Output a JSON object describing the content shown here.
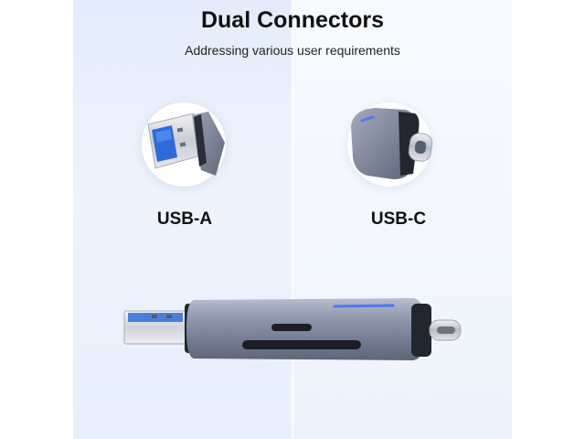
{
  "header": {
    "title": "Dual Connectors",
    "subtitle": "Addressing various user requirements"
  },
  "connectors": [
    {
      "label": "USB-A",
      "icon": "usb-a-connector-icon"
    },
    {
      "label": "USB-C",
      "icon": "usb-c-connector-icon"
    }
  ],
  "colors": {
    "accent_light": "#4a78f0",
    "housing": "#7b8499",
    "background_left": "#e4ecfb",
    "background_right": "#f3f7fd"
  }
}
